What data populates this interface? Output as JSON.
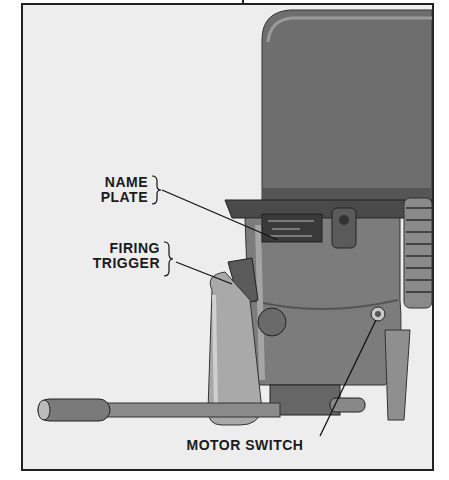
{
  "diagram": {
    "labels": [
      "NAME PLATE",
      "FIRING TRIGGER",
      "MOTOR SWITCH"
    ]
  }
}
